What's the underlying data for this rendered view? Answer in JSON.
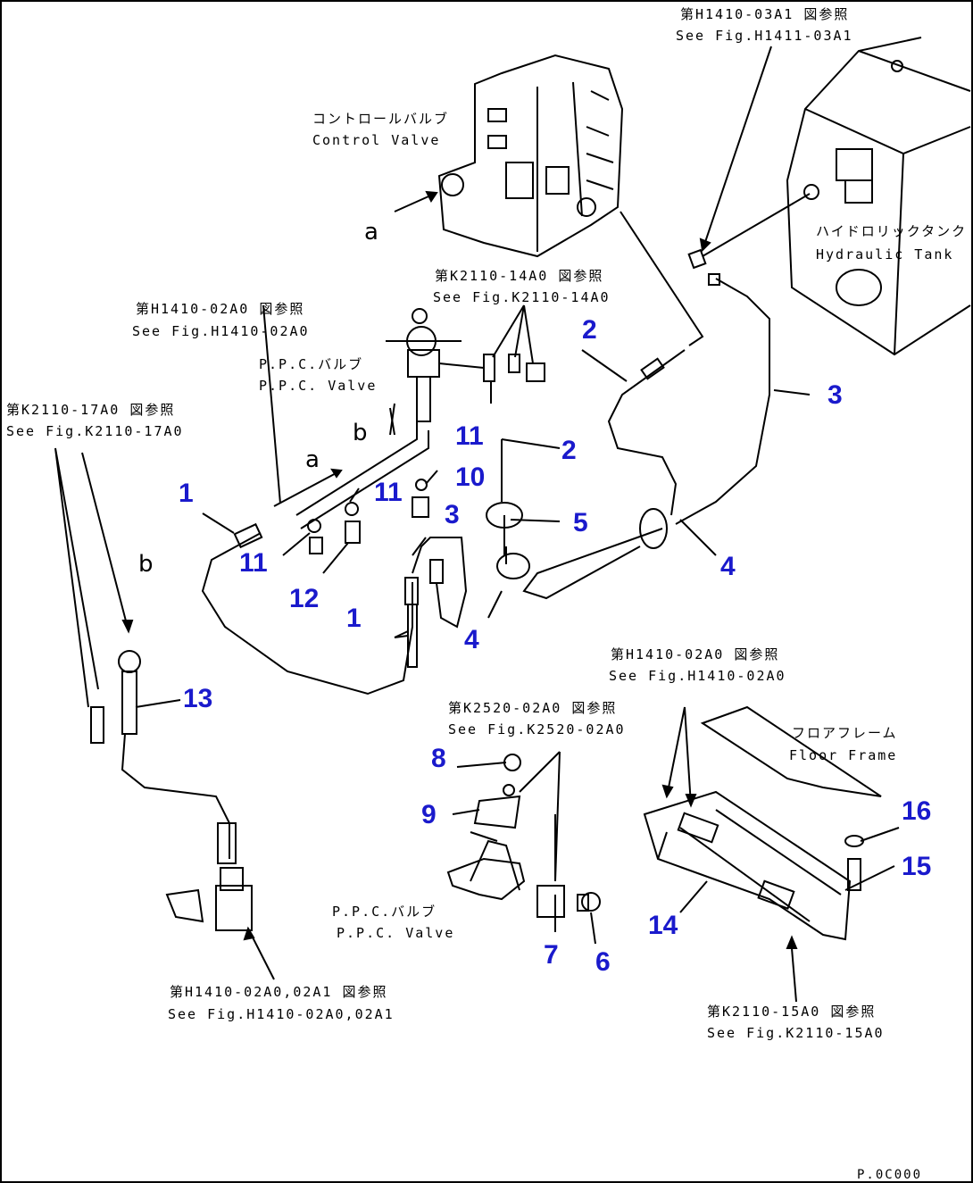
{
  "colors": {
    "callout_number": "#1a1acc",
    "line": "#000000",
    "background": "#ffffff"
  },
  "refs": {
    "r1_jp": "第H1410-03A1 図参照",
    "r1_en": "See Fig.H1411-03A1",
    "r2_jp": "第K2110-14A0 図参照",
    "r2_en": "See Fig.K2110-14A0",
    "r3_jp": "第H1410-02A0 図参照",
    "r3_en": "See Fig.H1410-02A0",
    "r4_jp": "第K2110-17A0 図参照",
    "r4_en": "See Fig.K2110-17A0",
    "r5_jp": "第H1410-02A0 図参照",
    "r5_en": "See Fig.H1410-02A0",
    "r6_jp": "第K2520-02A0 図参照",
    "r6_en": "See Fig.K2520-02A0",
    "r7_jp": "第H1410-02A0,02A1 図参照",
    "r7_en": "See Fig.H1410-02A0,02A1",
    "r8_jp": "第K2110-15A0 図参照",
    "r8_en": "See Fig.K2110-15A0"
  },
  "components": {
    "control_valve_jp": "コントロールバルブ",
    "control_valve_en": "Control Valve",
    "hydraulic_tank_jp": "ハイドロリックタンク",
    "hydraulic_tank_en": "Hydraulic Tank",
    "ppc_valve_jp": "P.P.C.バルブ",
    "ppc_valve_en": "P.P.C. Valve",
    "ppc_valve2_jp": "P.P.C.バルブ",
    "ppc_valve2_en": "P.P.C. Valve",
    "floor_frame_jp": "フロアフレーム",
    "floor_frame_en": "Floor Frame"
  },
  "letters": {
    "a1": "a",
    "a2": "a",
    "b1": "b",
    "b2": "b"
  },
  "callouts": {
    "n1a": "1",
    "n1b": "1",
    "n2a": "2",
    "n2b": "2",
    "n3a": "3",
    "n3b": "3",
    "n4a": "4",
    "n4b": "4",
    "n5": "5",
    "n6": "6",
    "n7": "7",
    "n8": "8",
    "n9": "9",
    "n10": "10",
    "n11a": "11",
    "n11b": "11",
    "n11c": "11",
    "n12": "12",
    "n13": "13",
    "n14": "14",
    "n15": "15",
    "n16": "16"
  },
  "footer_code": "P.0C000"
}
